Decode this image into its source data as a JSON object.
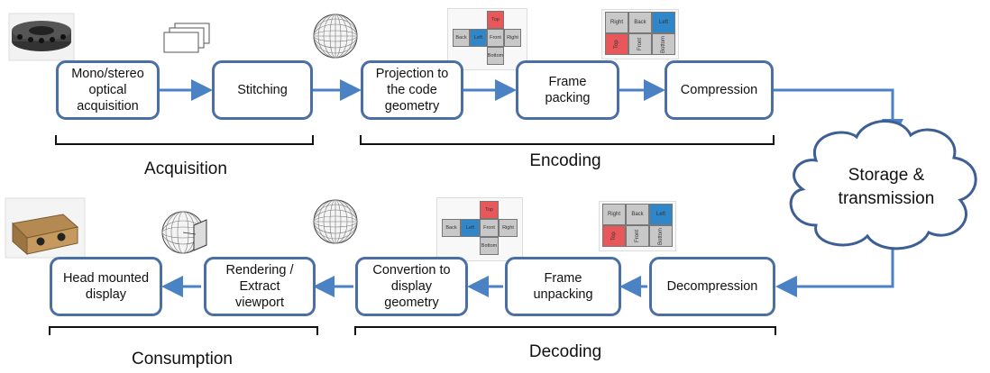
{
  "stages": {
    "acquisition": "Mono/stereo\noptical\nacquisition",
    "stitching": "Stitching",
    "projection": "Projection to\nthe code\ngeometry",
    "packing": "Frame\npacking",
    "compression": "Compression",
    "decompression": "Decompression",
    "unpacking": "Frame\nunpacking",
    "convertion": "Convertion to\ndisplay\ngeometry",
    "rendering": "Rendering /\nExtract\nviewport",
    "hmd": "Head mounted\ndisplay"
  },
  "groups": {
    "acquisition": "Acquisition",
    "encoding": "Encoding",
    "decoding": "Decoding",
    "consumption": "Consumption"
  },
  "cloud": "Storage &\ntransmission",
  "cube_faces": {
    "top": "Top",
    "back": "Back",
    "left": "Left",
    "front": "Front",
    "right": "Right",
    "bottom": "Bottom"
  },
  "colors": {
    "box_border": "#4a6fa5",
    "arrow": "#4a82c4",
    "face_red": "#e8585a",
    "face_blue": "#2f86c8",
    "face_gray": "#c8c8c8"
  }
}
